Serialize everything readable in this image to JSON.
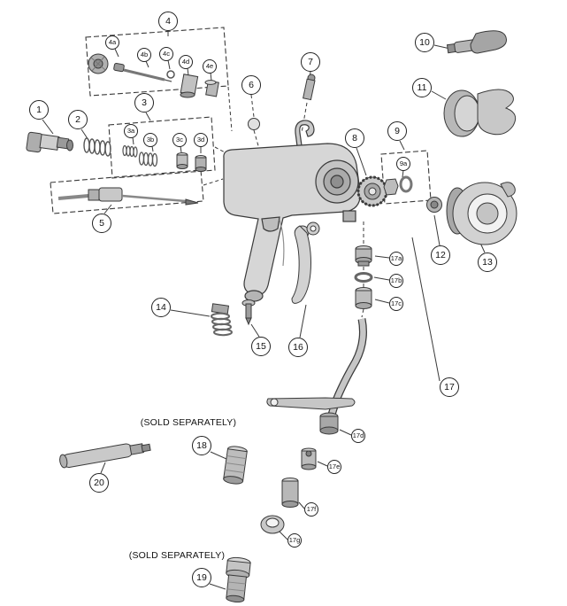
{
  "style": {
    "background": "#ffffff",
    "line_color": "#3a3a3a",
    "balloon_border": "#222222",
    "part_fill_light": "#d6d6d6",
    "part_fill_dark": "#9a9a9a"
  },
  "diagram": {
    "type": "exploded-parts-diagram",
    "callouts": [
      {
        "label": "1"
      },
      {
        "label": "2"
      },
      {
        "label": "3"
      },
      {
        "label": "4"
      },
      {
        "label": "5"
      },
      {
        "label": "6"
      },
      {
        "label": "7"
      },
      {
        "label": "8"
      },
      {
        "label": "9"
      },
      {
        "label": "10"
      },
      {
        "label": "11"
      },
      {
        "label": "12"
      },
      {
        "label": "13"
      },
      {
        "label": "14"
      },
      {
        "label": "15"
      },
      {
        "label": "16"
      },
      {
        "label": "17"
      },
      {
        "label": "18"
      },
      {
        "label": "19"
      },
      {
        "label": "20"
      }
    ],
    "sub_callouts": [
      {
        "label": "4a"
      },
      {
        "label": "4b"
      },
      {
        "label": "4c"
      },
      {
        "label": "4d"
      },
      {
        "label": "4e"
      },
      {
        "label": "3a"
      },
      {
        "label": "3b"
      },
      {
        "label": "3c"
      },
      {
        "label": "3d"
      },
      {
        "label": "9a"
      },
      {
        "label": "17a"
      },
      {
        "label": "17b"
      },
      {
        "label": "17c"
      },
      {
        "label": "17d"
      },
      {
        "label": "17e"
      },
      {
        "label": "17f"
      },
      {
        "label": "17g"
      }
    ],
    "notes": [
      {
        "text": "(SOLD SEPARATELY)"
      },
      {
        "text": "(SOLD SEPARATELY)"
      }
    ]
  }
}
